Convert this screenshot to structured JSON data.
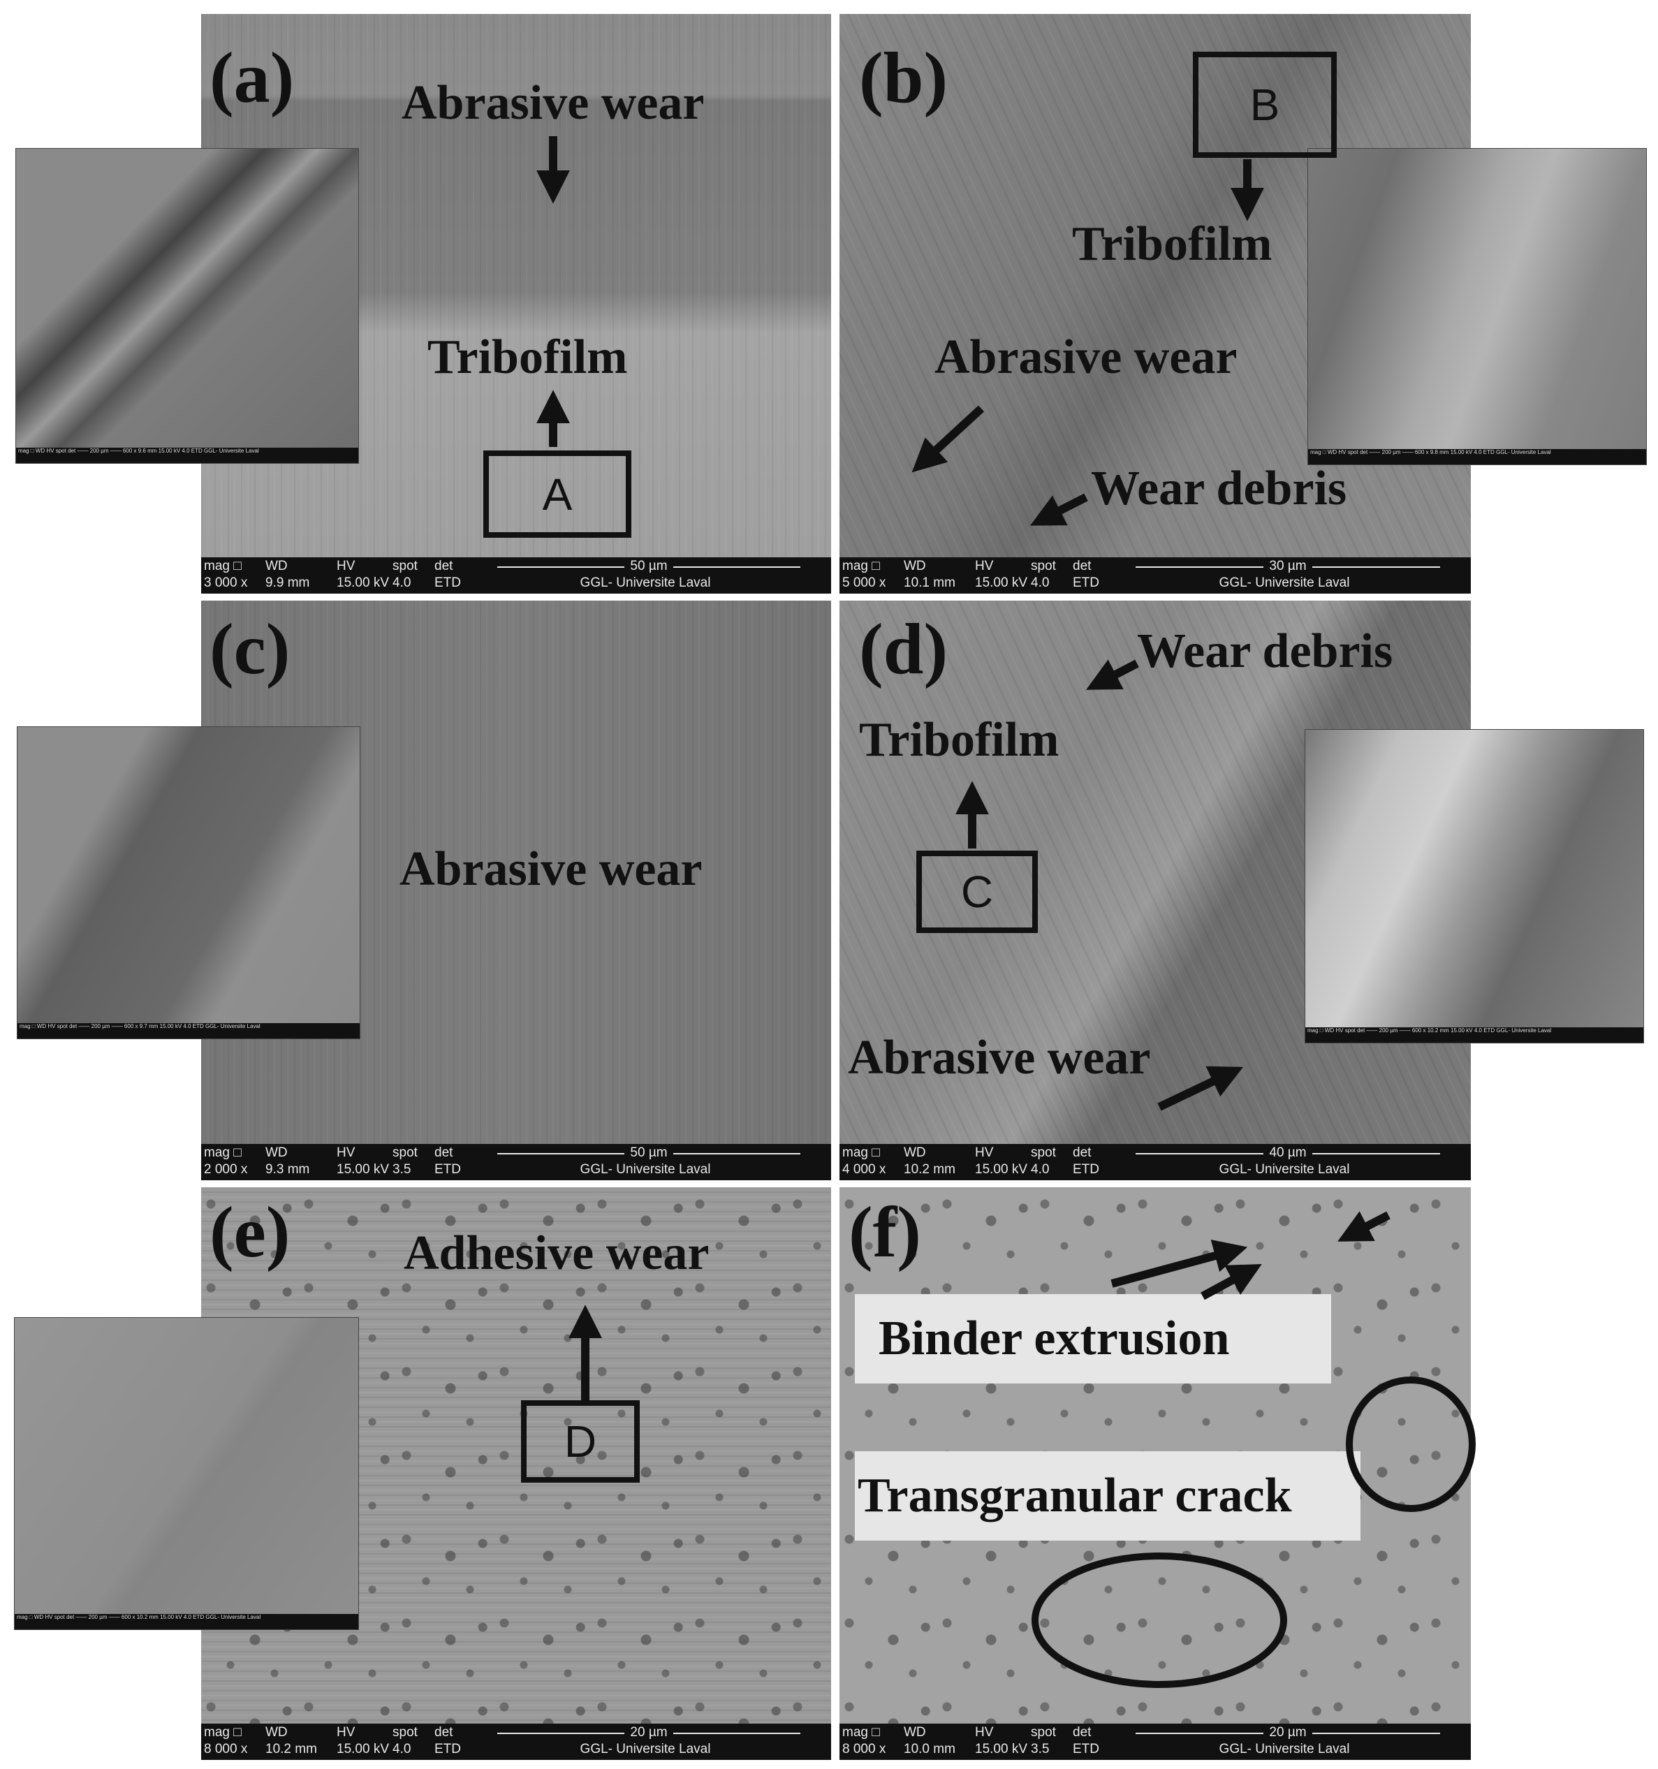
{
  "panels": {
    "a": {
      "letter": "(a)",
      "labels": {
        "abrasive": "Abrasive wear",
        "tribofilm": "Tribofilm"
      },
      "box": "A",
      "infobar": {
        "hdr": [
          "mag □",
          "WD",
          "HV",
          "spot",
          "det"
        ],
        "val": [
          "3 000 x",
          "9.9 mm",
          "15.00 kV",
          "4.0",
          "ETD"
        ],
        "scale": "50 µm",
        "institution": "GGL- Universite Laval"
      }
    },
    "b": {
      "letter": "(b)",
      "labels": {
        "tribofilm": "Tribofilm",
        "abrasive": "Abrasive wear",
        "debris": "Wear debris"
      },
      "box": "B",
      "infobar": {
        "hdr": [
          "mag □",
          "WD",
          "HV",
          "spot",
          "det"
        ],
        "val": [
          "5 000 x",
          "10.1 mm",
          "15.00 kV",
          "4.0",
          "ETD"
        ],
        "scale": "30 µm",
        "institution": "GGL- Universite Laval"
      }
    },
    "c": {
      "letter": "(c)",
      "labels": {
        "abrasive": "Abrasive wear"
      },
      "infobar": {
        "hdr": [
          "mag □",
          "WD",
          "HV",
          "spot",
          "det"
        ],
        "val": [
          "2 000 x",
          "9.3 mm",
          "15.00 kV",
          "3.5",
          "ETD"
        ],
        "scale": "50 µm",
        "institution": "GGL- Universite Laval"
      }
    },
    "d": {
      "letter": "(d)",
      "labels": {
        "debris": "Wear debris",
        "tribofilm": "Tribofilm",
        "abrasive": "Abrasive wear"
      },
      "box": "C",
      "infobar": {
        "hdr": [
          "mag □",
          "WD",
          "HV",
          "spot",
          "det"
        ],
        "val": [
          "4 000 x",
          "10.2 mm",
          "15.00 kV",
          "4.0",
          "ETD"
        ],
        "scale": "40 µm",
        "institution": "GGL- Universite Laval"
      }
    },
    "e": {
      "letter": "(e)",
      "labels": {
        "adhesive": "Adhesive wear"
      },
      "box": "D",
      "infobar": {
        "hdr": [
          "mag □",
          "WD",
          "HV",
          "spot",
          "det"
        ],
        "val": [
          "8 000 x",
          "10.2 mm",
          "15.00 kV",
          "4.0",
          "ETD"
        ],
        "scale": "20 µm",
        "institution": "GGL- Universite Laval"
      }
    },
    "f": {
      "letter": "(f)",
      "labels": {
        "binder": "Binder extrusion",
        "crack": "Transgranular  crack"
      },
      "infobar": {
        "hdr": [
          "mag □",
          "WD",
          "HV",
          "spot",
          "det"
        ],
        "val": [
          "8 000 x",
          "10.0 mm",
          "15.00 kV",
          "3.5",
          "ETD"
        ],
        "scale": "20 µm",
        "institution": "GGL- Universite Laval"
      }
    }
  },
  "insets": {
    "a": {
      "bar": "mag □  WD  HV  spot  det  —— 200 µm ——  600 x 9.6 mm 15.00 kV 4.0 ETD  GGL- Universite Laval"
    },
    "b": {
      "bar": "mag □  WD  HV  spot  det  —— 200 µm ——  600 x 9.8 mm 15.00 kV 4.0 ETD  GGL- Universite Laval"
    },
    "c": {
      "bar": "mag □  WD  HV  spot  det  —— 200 µm ——  600 x 9.7 mm 15.00 kV 4.0 ETD  GGL- Universite Laval"
    },
    "d": {
      "bar": "mag □  WD  HV  spot  det  —— 200 µm ——  600 x 10.2 mm 15.00 kV 4.0 ETD  GGL- Universite Laval"
    },
    "e": {
      "bar": "mag □  WD  HV  spot  det  —— 200 µm ——  600 x 10.2 mm 15.00 kV 4.0 ETD  GGL- Universite Laval"
    }
  }
}
